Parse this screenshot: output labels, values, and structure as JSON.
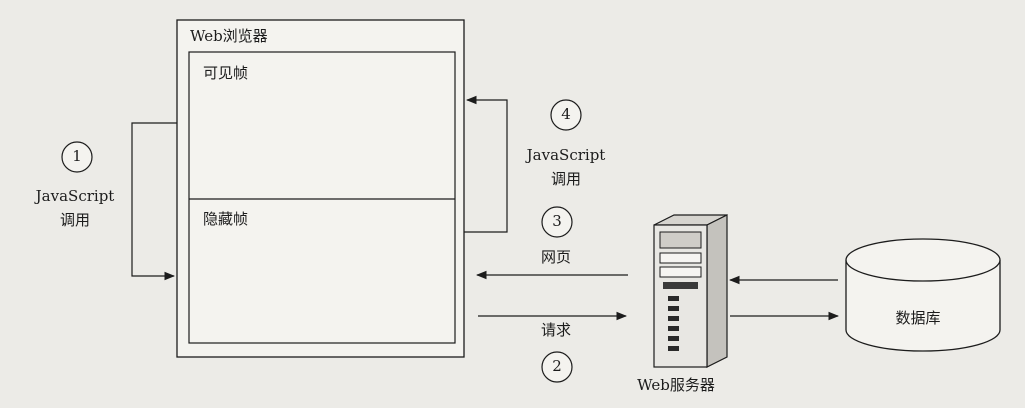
{
  "browser": {
    "title": "Web浏览器",
    "visible_frame_label": "可见帧",
    "hidden_frame_label": "隐藏帧"
  },
  "steps": {
    "one": {
      "number": "1",
      "caption_line1": "JavaScript",
      "caption_line2": "调用"
    },
    "two": {
      "number": "2",
      "caption": "请求"
    },
    "three": {
      "number": "3",
      "caption": "网页"
    },
    "four": {
      "number": "4",
      "caption_line1": "JavaScript",
      "caption_line2": "调用"
    }
  },
  "server": {
    "label": "Web服务器"
  },
  "database": {
    "label": "数据库"
  },
  "colors": {
    "ink": "#1c1c1c",
    "paper": "#ecebe7",
    "box_fill": "#f4f3ef"
  }
}
